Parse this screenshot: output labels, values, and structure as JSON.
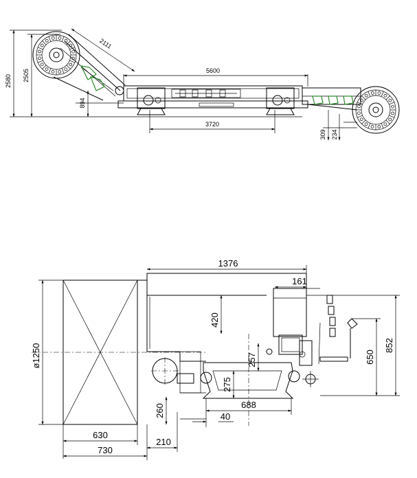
{
  "top_view": {
    "dims": {
      "d2580": "2580",
      "d2505": "2505",
      "d2111": "2111",
      "d5600": "5600",
      "d894": "894",
      "d3720": "3720",
      "d309": "309",
      "d234": "234"
    }
  },
  "bottom_view": {
    "dims": {
      "d1376": "1376",
      "d161": "161",
      "d420": "420",
      "d1250": "ø1250",
      "d257": "257",
      "d275": "275",
      "d688": "688",
      "d40": "40",
      "d260": "260",
      "d630": "630",
      "d730": "730",
      "d210": "210",
      "d650": "650",
      "d852": "852"
    }
  }
}
